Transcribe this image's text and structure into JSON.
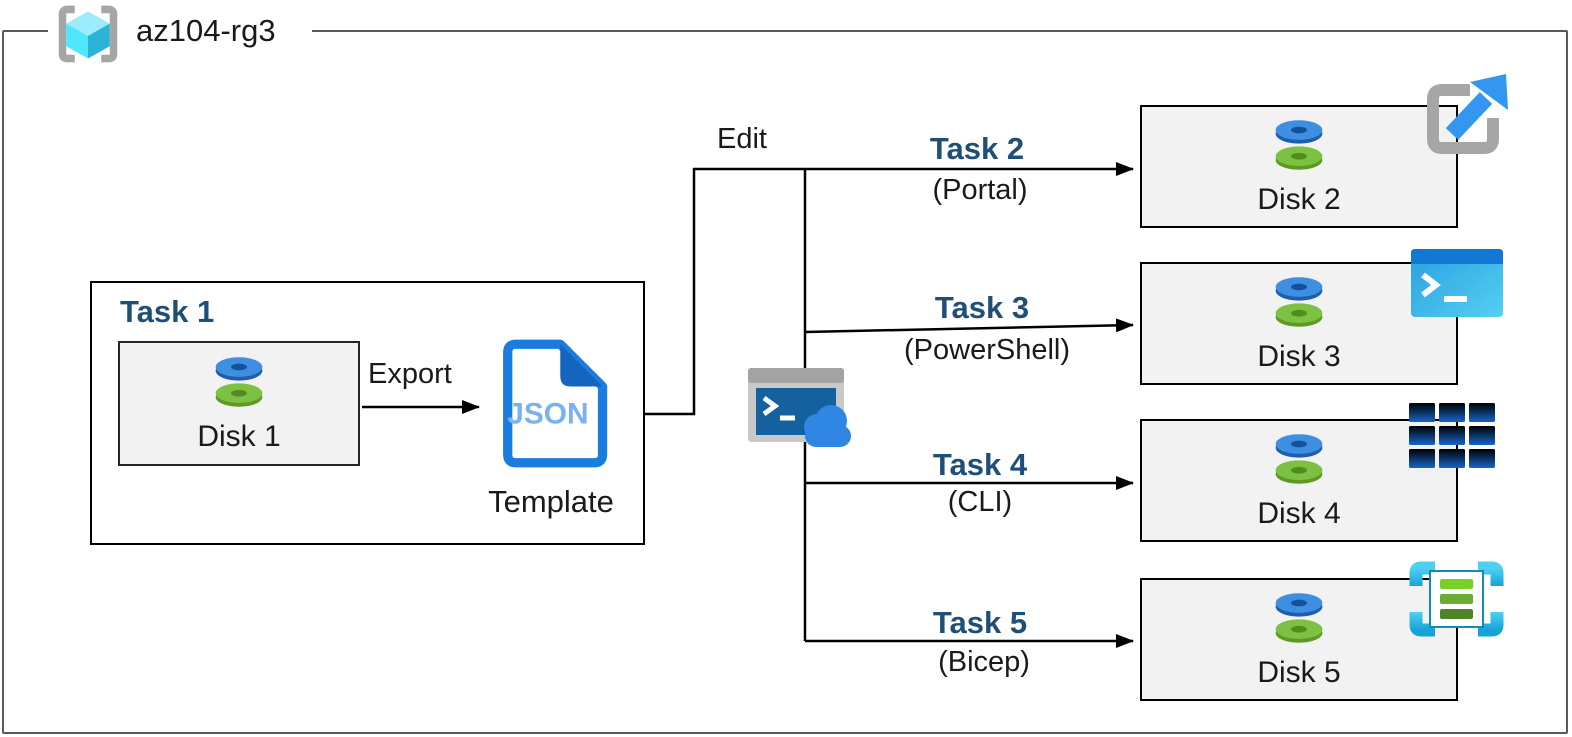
{
  "diagram": {
    "resource_group": "az104-rg3",
    "edit_label": "Edit",
    "task1": {
      "title": "Task 1",
      "disk": "Disk 1",
      "export_label": "Export",
      "doc_text": "JSON",
      "doc_caption": "Template"
    },
    "branches": [
      {
        "task": "Task 2",
        "method": "(Portal)",
        "disk": "Disk 2",
        "icon": "portal-launch-icon"
      },
      {
        "task": "Task 3",
        "method": "(PowerShell)",
        "disk": "Disk 3",
        "icon": "powershell-icon"
      },
      {
        "task": "Task 4",
        "method": "(CLI)",
        "disk": "Disk 4",
        "icon": "cli-icon"
      },
      {
        "task": "Task 5",
        "method": "(Bicep)",
        "disk": "Disk 5",
        "icon": "template-bicep-icon"
      }
    ],
    "icons": {
      "resource_group": "resource-group-icon",
      "disk": "managed-disk-icon",
      "json_document": "json-template-icon",
      "cloud_shell": "cloud-shell-icon"
    },
    "colors": {
      "task_label": "#1F4E79",
      "box_fill": "#F2F2F2",
      "frame_border": "#595959",
      "line": "#000000",
      "accent_blue": "#2E87E0",
      "disk_blue": "#3F8FE0",
      "disk_green": "#7CC142"
    }
  }
}
